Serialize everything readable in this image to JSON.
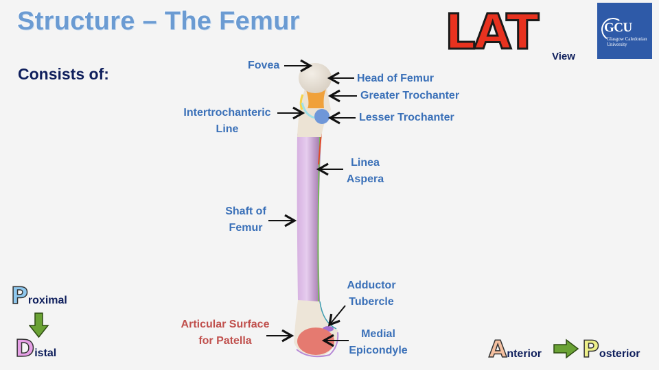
{
  "slide": {
    "title": "Structure – The Femur",
    "subtitle": "Consists of:"
  },
  "view_badge": {
    "letters": "LAT",
    "suffix": "View",
    "color": "#e8321f"
  },
  "logo": {
    "abbreviation": "GCU",
    "line1": "Glasgow Caledonian",
    "line2": "University",
    "background": "#2e5aa8"
  },
  "labels": {
    "fovea": "Fovea",
    "head_of_femur": "Head of Femur",
    "greater_trochanter": "Greater Trochanter",
    "intertrochanteric_line_1": "Intertrochanteric",
    "intertrochanteric_line_2": "Line",
    "lesser_trochanter": "Lesser Trochanter",
    "linea_aspera_1": "Linea",
    "linea_aspera_2": "Aspera",
    "shaft_1": "Shaft of",
    "shaft_2": "Femur",
    "adductor_1": "Adductor",
    "adductor_2": "Tubercle",
    "articular_1": "Articular Surface",
    "articular_2": "for Patella",
    "medial_1": "Medial",
    "medial_2": "Epicondyle"
  },
  "colors": {
    "label_blue": "#3a70b8",
    "label_red": "#c0504d",
    "navy": "#0f1f5c",
    "title_blue": "#6b9bd2",
    "bone": "#ede5d8",
    "shaft": "#d8b4e2",
    "greater_troch": "#f0a13a",
    "lesser_troch": "#6f97d8",
    "patella_surface": "#e57a70"
  },
  "orientation_vertical": {
    "from_letter": "P",
    "from_rest": "roximal",
    "to_letter": "D",
    "to_rest": "istal"
  },
  "orientation_horizontal": {
    "from_letter": "A",
    "from_rest": "nterior",
    "to_letter": "P",
    "to_rest": "osterior"
  }
}
